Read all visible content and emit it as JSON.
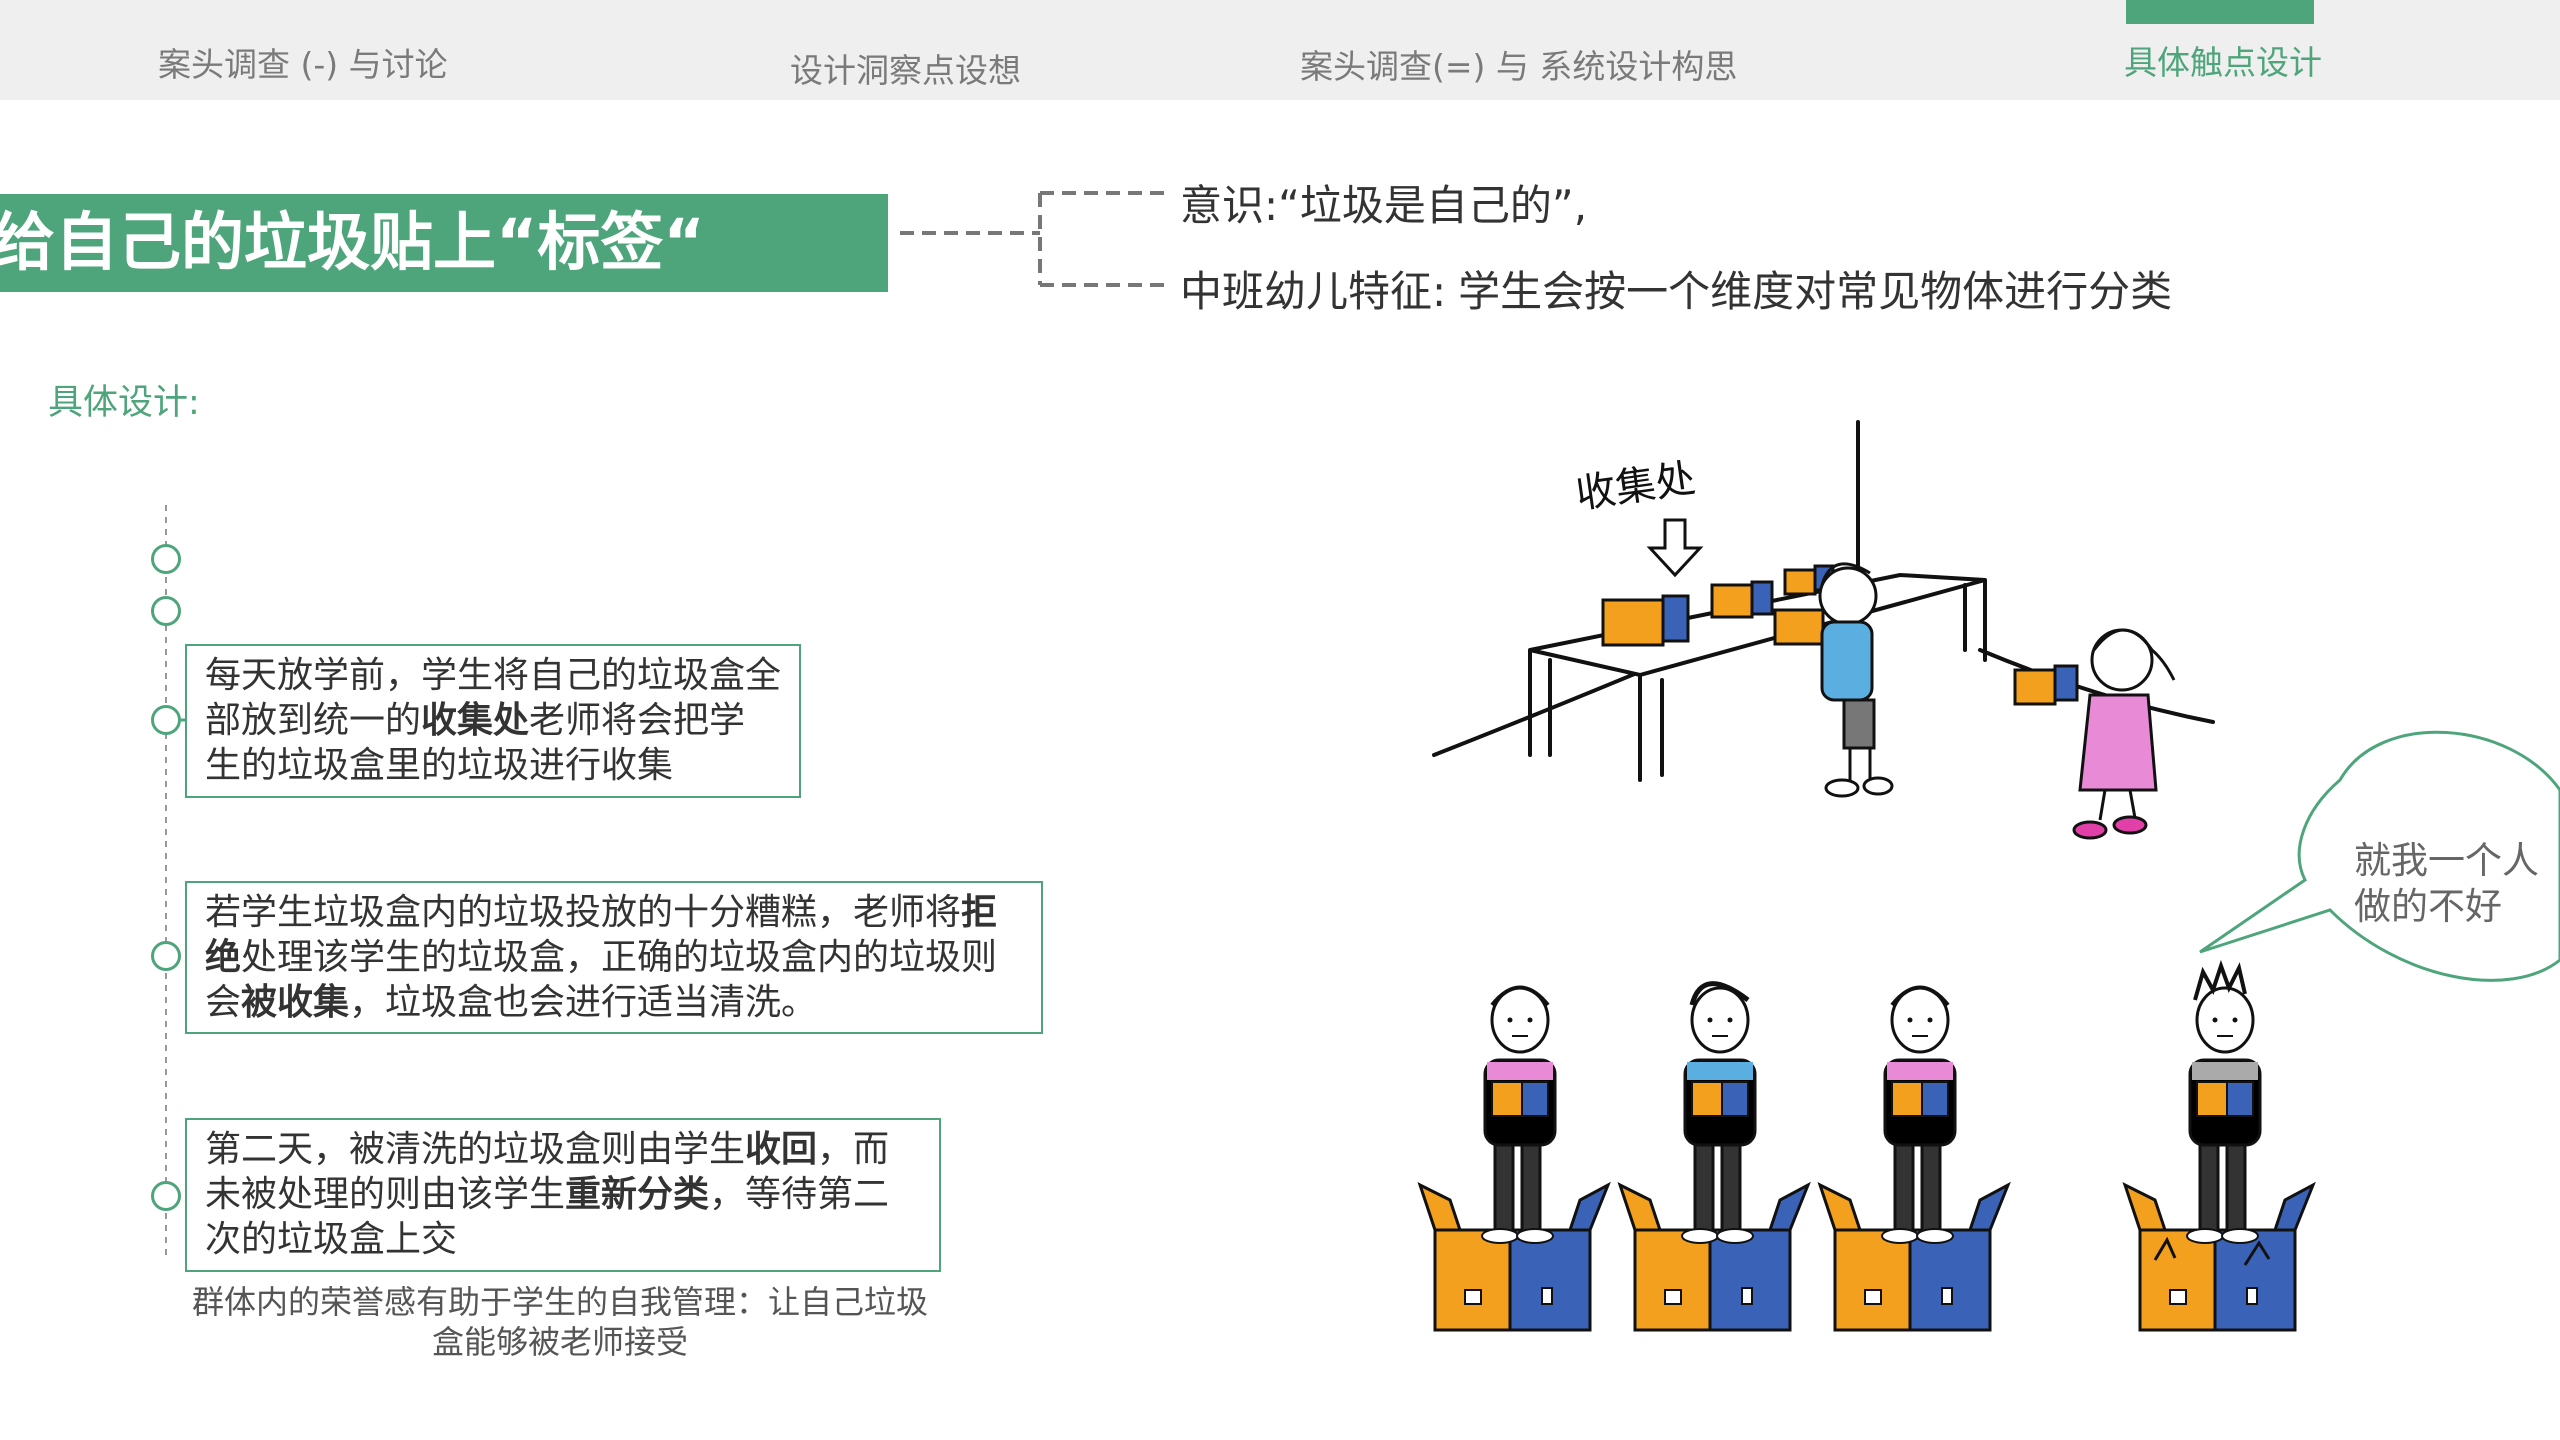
{
  "nav": {
    "tabs": [
      {
        "label": "案头调查 (-) 与讨论"
      },
      {
        "label": "设计洞察点设想"
      },
      {
        "label": "案头调查(=) 与 系统设计构思"
      },
      {
        "label": "具体触点设计"
      }
    ],
    "active_index": 3
  },
  "title": "给自己的垃圾贴上“标签“",
  "notes": [
    {
      "label": "意识",
      "text": "“垃圾是自己的”,"
    },
    {
      "label": "中班幼儿特征",
      "text": "学生会按一个维度对常见物体进行分类"
    }
  ],
  "subtitle": "具体设计:",
  "steps": [
    {
      "parts": [
        {
          "t": "每天放学前，学生将自己的垃圾盒全部放到统一的",
          "b": false
        },
        {
          "t": "收集处",
          "b": true
        },
        {
          "t": "老师将会把学生的垃圾盒里的垃圾进行收集",
          "b": false
        }
      ]
    },
    {
      "parts": [
        {
          "t": "若学生垃圾盒内的垃圾投放的十分糟糕，老师将",
          "b": false
        },
        {
          "t": "拒绝",
          "b": true
        },
        {
          "t": "处理该学生的垃圾盒，正确的垃圾盒内的垃圾则会",
          "b": false
        },
        {
          "t": "被收集",
          "b": true
        },
        {
          "t": "，垃圾盒也会进行适当清洗。",
          "b": false
        }
      ]
    },
    {
      "parts": [
        {
          "t": "第二天，被清洗的垃圾盒则由学生",
          "b": false
        },
        {
          "t": "收回",
          "b": true
        },
        {
          "t": "，而未被处理的则由该学生",
          "b": false
        },
        {
          "t": "重新分类",
          "b": true
        },
        {
          "t": "，等待第二次的垃圾盒上交",
          "b": false
        }
      ]
    }
  ],
  "caption": "群体内的荣誉感有助于学生的自我管理：让自己垃圾盒能够被老师接受",
  "illustration": {
    "sign_text": "收集处",
    "speech_bubble": "就我一个人\n做的不好"
  },
  "colors": {
    "accent": "#4ea57b",
    "box_orange": "#f2a01d",
    "box_blue": "#3a63b8"
  }
}
